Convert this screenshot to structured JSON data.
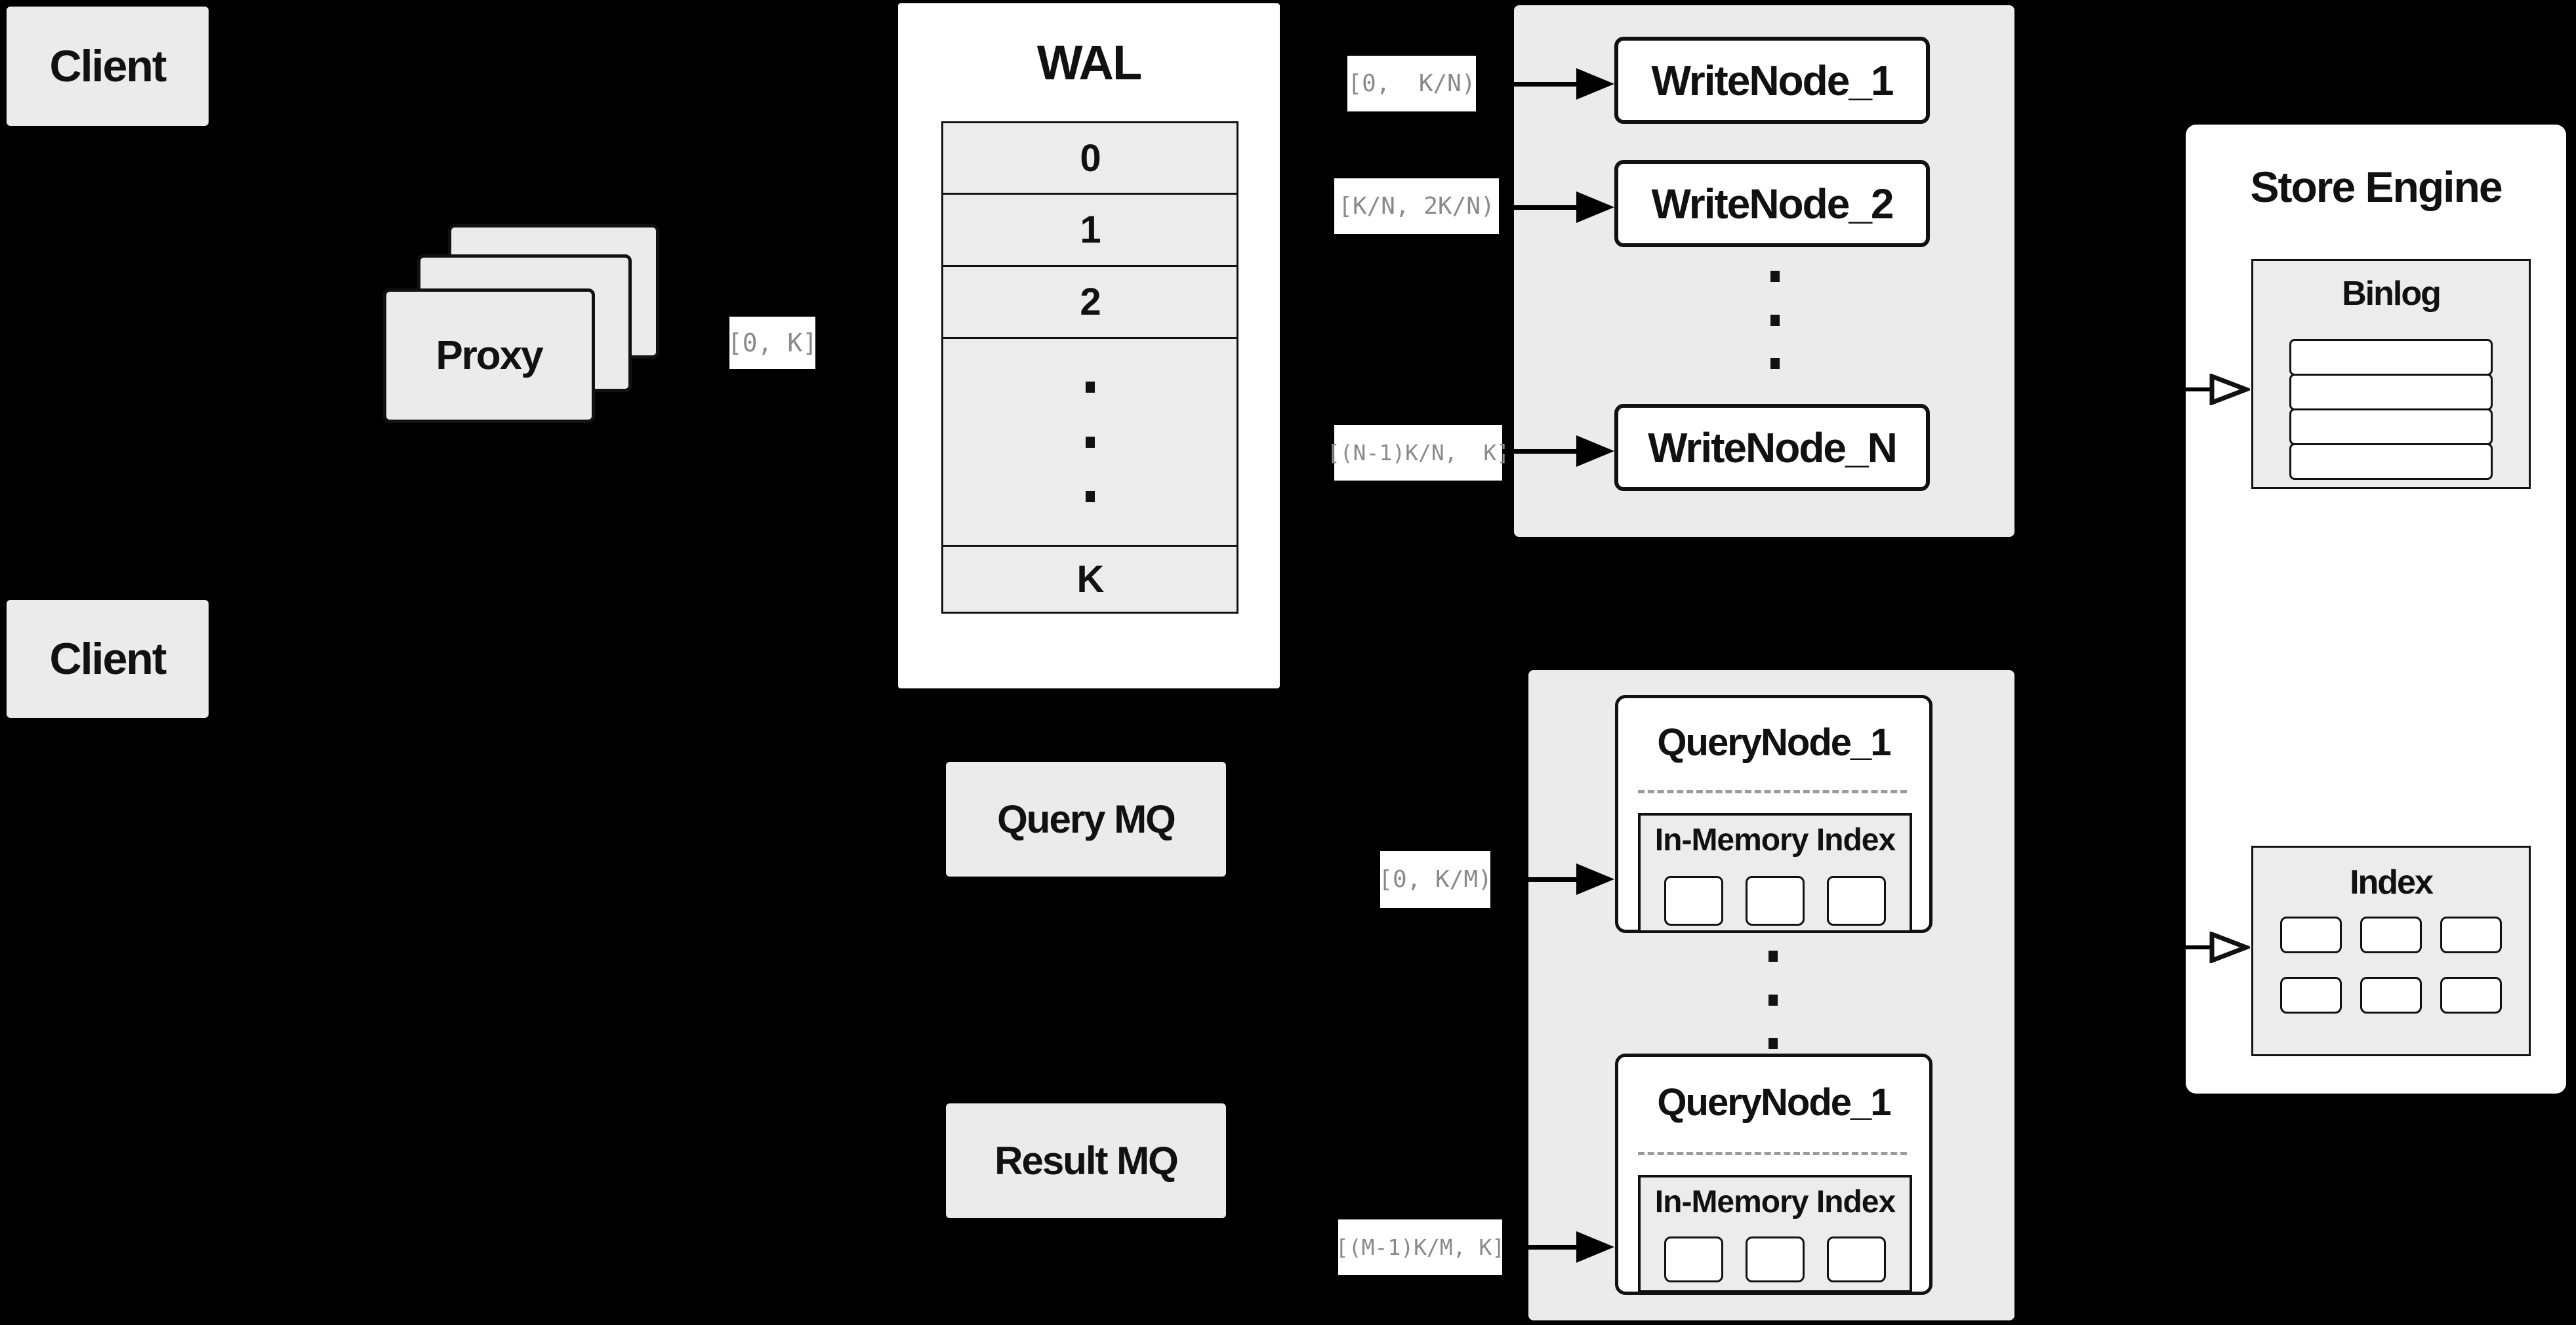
{
  "colors": {
    "background": "#000000",
    "box_gray": "#ebebeb",
    "cell_gray": "#ececec",
    "white": "#ffffff",
    "border_black": "#111111",
    "chip_text_gray": "#8a8a8a",
    "dashed_gray": "#9b9b9b"
  },
  "clients": {
    "top_label": "Client",
    "bottom_label": "Client"
  },
  "proxy": {
    "label": "Proxy",
    "stack_count": 3
  },
  "chips": {
    "proxy_out": "[0, K]",
    "write_1": "[0,  K/N)",
    "write_2": "[K/N, 2K/N)",
    "write_n": "[(N-1)K/N,  K]",
    "query_1": "[0, K/M)",
    "query_m": "[(M-1)K/M, K]"
  },
  "wal": {
    "title": "WAL",
    "rows": [
      "0",
      "1",
      "2"
    ],
    "ellipsis_cell": true,
    "last_row": "K"
  },
  "write_group": {
    "node_1": "WriteNode_1",
    "node_2": "WriteNode_2",
    "node_n": "WriteNode_N"
  },
  "mq": {
    "query_label": "Query MQ",
    "result_label": "Result MQ"
  },
  "query_group": {
    "node_top": {
      "title": "QueryNode_1",
      "index_title": "In-Memory Index",
      "segment_count": 3
    },
    "node_bottom": {
      "title": "QueryNode_1",
      "index_title": "In-Memory Index",
      "segment_count": 3
    }
  },
  "store_engine": {
    "title": "Store Engine",
    "binlog": {
      "title": "Binlog",
      "row_count": 4
    },
    "index": {
      "title": "Index",
      "cell_count": 6
    }
  }
}
